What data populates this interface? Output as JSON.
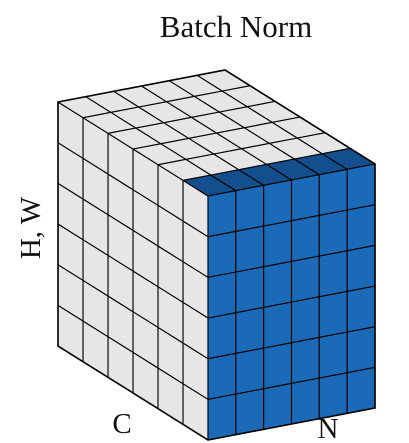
{
  "title": "Batch Norm",
  "labels": {
    "spatial_axis": "H, W",
    "channel_axis": "C",
    "batch_axis": "N"
  },
  "grid": {
    "cells_per_edge": 6,
    "highlighted_batch_slices": 1
  },
  "colors": {
    "highlight": "#1a6ab8",
    "highlight_dark": "#124f8c",
    "cube_face": "#e6e6e6",
    "cube_face_dark": "#d7d7d7",
    "grid_line": "#000000"
  }
}
